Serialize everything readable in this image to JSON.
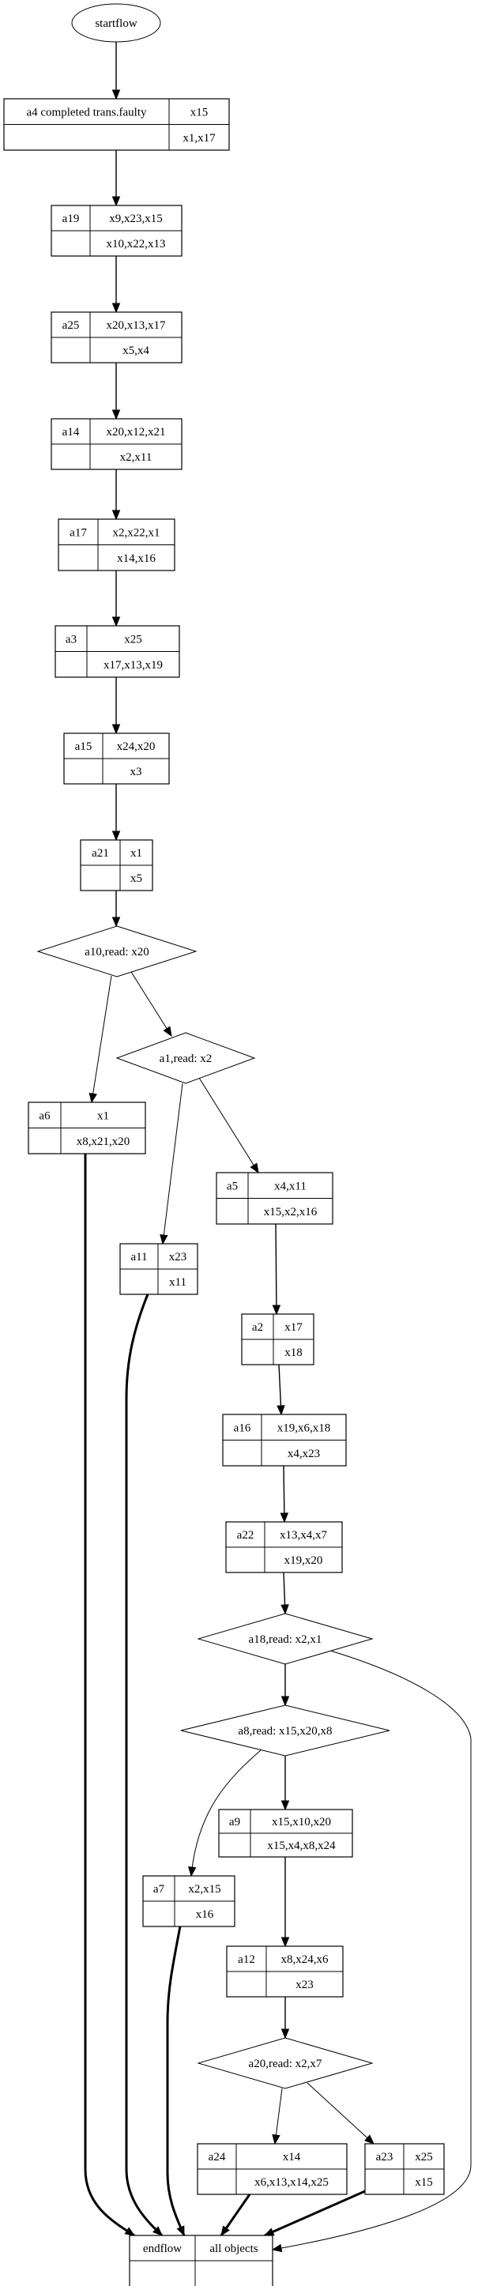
{
  "diagram": {
    "type": "flowchart",
    "start": {
      "id": "startflow",
      "label": "startflow",
      "shape": "ellipse"
    },
    "end": {
      "id": "endflow",
      "cells": [
        "endflow",
        "all objects",
        "",
        ""
      ]
    },
    "activities": [
      {
        "id": "a4",
        "name": "a4  completed trans.faulty",
        "top": "x15",
        "bottom": "x1,x17"
      },
      {
        "id": "a19",
        "name": "a19",
        "top": "x9,x23,x15",
        "bottom": "x10,x22,x13"
      },
      {
        "id": "a25",
        "name": "a25",
        "top": "x20,x13,x17",
        "bottom": "x5,x4"
      },
      {
        "id": "a14",
        "name": "a14",
        "top": "x20,x12,x21",
        "bottom": "x2,x11"
      },
      {
        "id": "a17",
        "name": "a17",
        "top": "x2,x22,x1",
        "bottom": "x14,x16"
      },
      {
        "id": "a3",
        "name": "a3",
        "top": "x25",
        "bottom": "x17,x13,x19"
      },
      {
        "id": "a15",
        "name": "a15",
        "top": "x24,x20",
        "bottom": "x3"
      },
      {
        "id": "a21",
        "name": "a21",
        "top": "x1",
        "bottom": "x5"
      },
      {
        "id": "a6",
        "name": "a6",
        "top": "x1",
        "bottom": "x8,x21,x20"
      },
      {
        "id": "a5",
        "name": "a5",
        "top": "x4,x11",
        "bottom": "x15,x2,x16"
      },
      {
        "id": "a11",
        "name": "a11",
        "top": "x23",
        "bottom": "x11"
      },
      {
        "id": "a2",
        "name": "a2",
        "top": "x17",
        "bottom": "x18"
      },
      {
        "id": "a16",
        "name": "a16",
        "top": "x19,x6,x18",
        "bottom": "x4,x23"
      },
      {
        "id": "a22",
        "name": "a22",
        "top": "x13,x4,x7",
        "bottom": "x19,x20"
      },
      {
        "id": "a9",
        "name": "a9",
        "top": "x15,x10,x20",
        "bottom": "x15,x4,x8,x24"
      },
      {
        "id": "a7",
        "name": "a7",
        "top": "x2,x15",
        "bottom": "x16"
      },
      {
        "id": "a12",
        "name": "a12",
        "top": "x8,x24,x6",
        "bottom": "x23"
      },
      {
        "id": "a24",
        "name": "a24",
        "top": "x14",
        "bottom": "x6,x13,x14,x25"
      },
      {
        "id": "a23",
        "name": "a23",
        "top": "x25",
        "bottom": "x15"
      }
    ],
    "decisions": [
      {
        "id": "a10",
        "label": "a10,read: x20"
      },
      {
        "id": "a1",
        "label": "a1,read: x2"
      },
      {
        "id": "a18",
        "label": "a18,read: x2,x1"
      },
      {
        "id": "a8",
        "label": "a8,read: x15,x20,x8"
      },
      {
        "id": "a20",
        "label": "a20,read: x2,x7"
      }
    ],
    "edges": [
      {
        "from": "startflow",
        "to": "a4"
      },
      {
        "from": "a4",
        "to": "a19"
      },
      {
        "from": "a19",
        "to": "a25"
      },
      {
        "from": "a25",
        "to": "a14"
      },
      {
        "from": "a14",
        "to": "a17"
      },
      {
        "from": "a17",
        "to": "a3"
      },
      {
        "from": "a3",
        "to": "a15"
      },
      {
        "from": "a15",
        "to": "a21"
      },
      {
        "from": "a21",
        "to": "a10"
      },
      {
        "from": "a10",
        "to": "a6"
      },
      {
        "from": "a10",
        "to": "a1"
      },
      {
        "from": "a1",
        "to": "a11"
      },
      {
        "from": "a1",
        "to": "a5"
      },
      {
        "from": "a5",
        "to": "a2"
      },
      {
        "from": "a2",
        "to": "a16"
      },
      {
        "from": "a16",
        "to": "a22"
      },
      {
        "from": "a22",
        "to": "a18"
      },
      {
        "from": "a18",
        "to": "a8"
      },
      {
        "from": "a18",
        "to": "endflow"
      },
      {
        "from": "a8",
        "to": "a7"
      },
      {
        "from": "a8",
        "to": "a9"
      },
      {
        "from": "a9",
        "to": "a12"
      },
      {
        "from": "a12",
        "to": "a20"
      },
      {
        "from": "a20",
        "to": "a24"
      },
      {
        "from": "a20",
        "to": "a23"
      },
      {
        "from": "a6",
        "to": "endflow",
        "bold": true
      },
      {
        "from": "a11",
        "to": "endflow",
        "bold": true
      },
      {
        "from": "a7",
        "to": "endflow",
        "bold": true
      },
      {
        "from": "a24",
        "to": "endflow",
        "bold": true
      },
      {
        "from": "a23",
        "to": "endflow",
        "bold": true
      }
    ]
  }
}
